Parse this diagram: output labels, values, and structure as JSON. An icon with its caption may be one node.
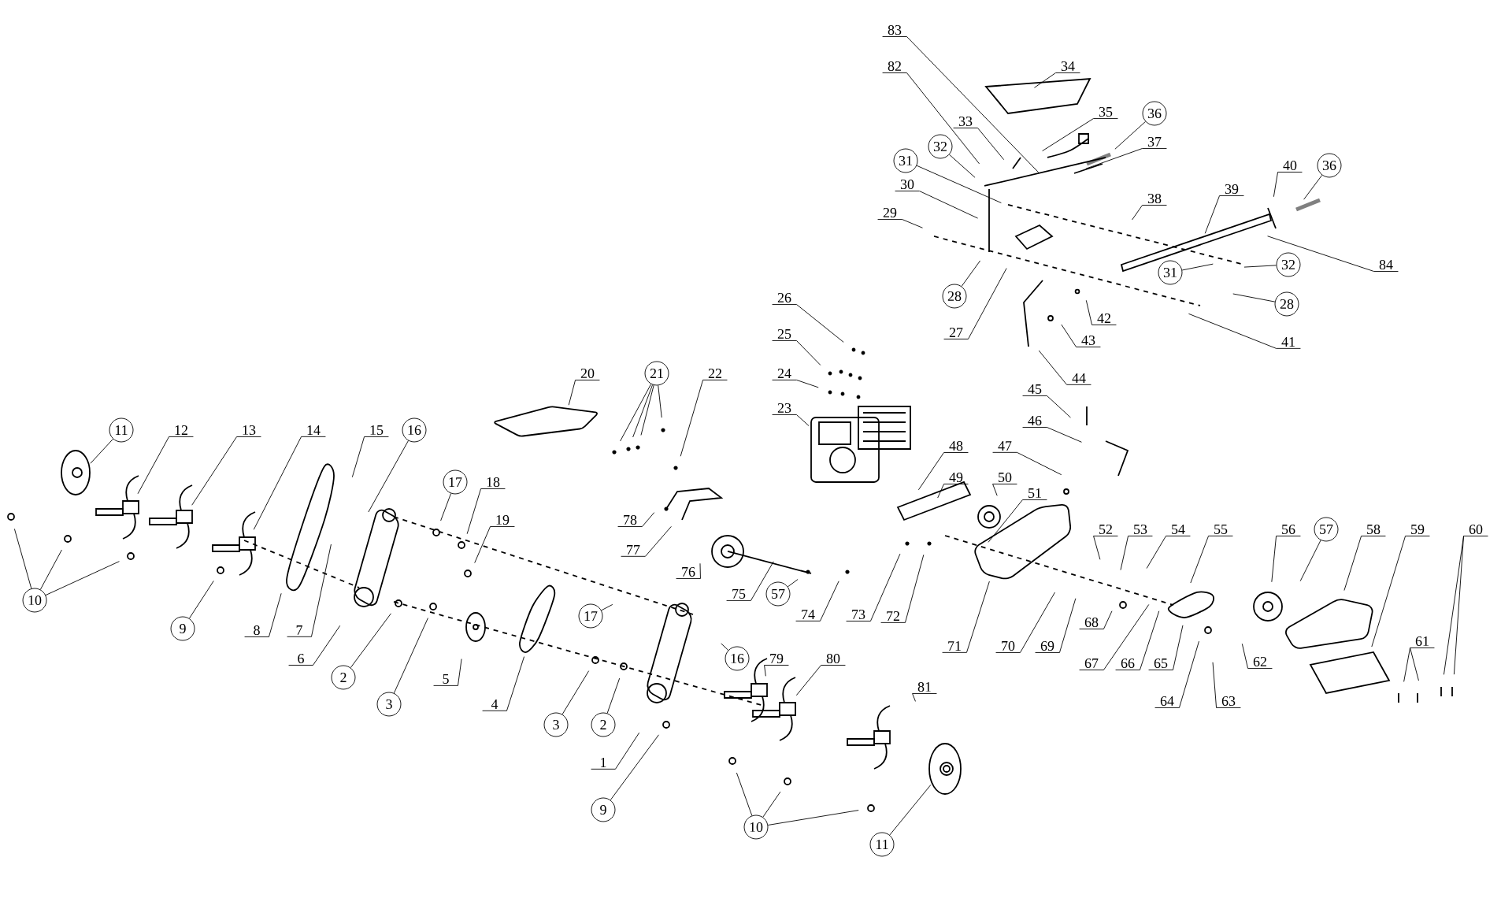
{
  "diagram": {
    "nodes": [
      {
        "text": [
          "11"
        ]
      },
      {
        "text": [
          "12"
        ]
      },
      {
        "text": [
          "13"
        ]
      },
      {
        "text": [
          "14"
        ]
      },
      {
        "text": [
          "15"
        ]
      },
      {
        "text": [
          "16"
        ]
      },
      {
        "text": [
          "17"
        ]
      },
      {
        "text": [
          "18"
        ]
      },
      {
        "text": [
          "19"
        ]
      },
      {
        "text": [
          "20"
        ]
      },
      {
        "text": [
          "21"
        ]
      },
      {
        "text": [
          "22"
        ]
      },
      {
        "text": [
          "26"
        ]
      },
      {
        "text": [
          "25"
        ]
      },
      {
        "text": [
          "24"
        ]
      },
      {
        "text": [
          "23"
        ]
      },
      {
        "text": [
          "83"
        ]
      },
      {
        "text": [
          "82"
        ]
      },
      {
        "text": [
          "34"
        ]
      },
      {
        "text": [
          "35"
        ]
      },
      {
        "text": [
          "33"
        ]
      },
      {
        "text": [
          "36"
        ]
      },
      {
        "text": [
          "37"
        ]
      },
      {
        "text": [
          "32"
        ]
      },
      {
        "text": [
          "31"
        ]
      },
      {
        "text": [
          "30"
        ]
      },
      {
        "text": [
          "29"
        ]
      },
      {
        "text": [
          "38"
        ]
      },
      {
        "text": [
          "39"
        ]
      },
      {
        "text": [
          "40"
        ]
      },
      {
        "text": [
          "36"
        ]
      },
      {
        "text": [
          "84"
        ]
      },
      {
        "text": [
          "32"
        ]
      },
      {
        "text": [
          "31"
        ]
      },
      {
        "text": [
          "28"
        ]
      },
      {
        "text": [
          "28"
        ]
      },
      {
        "text": [
          "42"
        ]
      },
      {
        "text": [
          "27"
        ]
      },
      {
        "text": [
          "43"
        ]
      },
      {
        "text": [
          "41"
        ]
      },
      {
        "text": [
          "44"
        ]
      },
      {
        "text": [
          "45"
        ]
      },
      {
        "text": [
          "46"
        ]
      },
      {
        "text": [
          "47"
        ]
      },
      {
        "text": [
          "48"
        ]
      },
      {
        "text": [
          "49"
        ]
      },
      {
        "text": [
          "50"
        ]
      },
      {
        "text": [
          "51"
        ]
      },
      {
        "text": [
          "78"
        ]
      },
      {
        "text": [
          "77"
        ]
      },
      {
        "text": [
          "52"
        ]
      },
      {
        "text": [
          "53"
        ]
      },
      {
        "text": [
          "54"
        ]
      },
      {
        "text": [
          "55"
        ]
      },
      {
        "text": [
          "56"
        ]
      },
      {
        "text": [
          "57"
        ]
      },
      {
        "text": [
          "58"
        ]
      },
      {
        "text": [
          "59"
        ]
      },
      {
        "text": [
          "60"
        ]
      },
      {
        "text": [
          "10"
        ]
      },
      {
        "text": [
          "76"
        ]
      },
      {
        "text": [
          "75"
        ]
      },
      {
        "text": [
          "57"
        ]
      },
      {
        "text": [
          "74"
        ]
      },
      {
        "text": [
          "73"
        ]
      },
      {
        "text": [
          "72"
        ]
      },
      {
        "text": [
          "68"
        ]
      },
      {
        "text": [
          "9"
        ]
      },
      {
        "text": [
          "8"
        ]
      },
      {
        "text": [
          "7"
        ]
      },
      {
        "text": [
          "61"
        ]
      },
      {
        "text": [
          "71"
        ]
      },
      {
        "text": [
          "70"
        ]
      },
      {
        "text": [
          "69"
        ]
      },
      {
        "text": [
          "6"
        ]
      },
      {
        "text": [
          "16"
        ]
      },
      {
        "text": [
          "79"
        ]
      },
      {
        "text": [
          "80"
        ]
      },
      {
        "text": [
          "62"
        ]
      },
      {
        "text": [
          "67"
        ]
      },
      {
        "text": [
          "66"
        ]
      },
      {
        "text": [
          "65"
        ]
      },
      {
        "text": [
          "2"
        ]
      },
      {
        "text": [
          "5"
        ]
      },
      {
        "text": [
          "81"
        ]
      },
      {
        "text": [
          "64"
        ]
      },
      {
        "text": [
          "63"
        ]
      },
      {
        "text": [
          "3"
        ]
      },
      {
        "text": [
          "4"
        ]
      },
      {
        "text": [
          "17"
        ]
      },
      {
        "text": [
          "3"
        ]
      },
      {
        "text": [
          "2"
        ]
      },
      {
        "text": [
          "1"
        ]
      },
      {
        "text": [
          "9"
        ]
      },
      {
        "text": [
          "10"
        ]
      },
      {
        "text": [
          "11"
        ]
      }
    ],
    "edges": [
      {
        "from": 0,
        "to": null,
        "arrow": "none"
      },
      {
        "from": 1,
        "to": null,
        "arrow": "none"
      },
      {
        "from": 2,
        "to": null,
        "arrow": "none"
      },
      {
        "from": 3,
        "to": null,
        "arrow": "none"
      },
      {
        "from": 4,
        "to": null,
        "arrow": "none"
      },
      {
        "from": 5,
        "to": null,
        "arrow": "none"
      },
      {
        "from": 6,
        "to": null,
        "arrow": "none"
      },
      {
        "from": 7,
        "to": null,
        "arrow": "none"
      },
      {
        "from": 8,
        "to": null,
        "arrow": "none"
      },
      {
        "from": 9,
        "to": null,
        "arrow": "none"
      },
      {
        "from": 10,
        "to": null,
        "arrow": "none"
      },
      {
        "from": 10,
        "to": null,
        "arrow": "none"
      },
      {
        "from": 10,
        "to": null,
        "arrow": "none"
      },
      {
        "from": 10,
        "to": null,
        "arrow": "none"
      },
      {
        "from": 11,
        "to": null,
        "arrow": "none"
      },
      {
        "from": 12,
        "to": null,
        "arrow": "none"
      },
      {
        "from": 13,
        "to": null,
        "arrow": "none"
      },
      {
        "from": 14,
        "to": null,
        "arrow": "none"
      },
      {
        "from": 15,
        "to": null,
        "arrow": "none"
      },
      {
        "from": 16,
        "to": null,
        "arrow": "none"
      },
      {
        "from": 17,
        "to": null,
        "arrow": "none"
      },
      {
        "from": 18,
        "to": null,
        "arrow": "none"
      },
      {
        "from": 19,
        "to": null,
        "arrow": "none"
      },
      {
        "from": 20,
        "to": null,
        "arrow": "none"
      },
      {
        "from": 21,
        "to": null,
        "arrow": "none"
      },
      {
        "from": 22,
        "to": null,
        "arrow": "none"
      },
      {
        "from": 23,
        "to": null,
        "arrow": "none"
      },
      {
        "from": 24,
        "to": null,
        "arrow": "none"
      },
      {
        "from": 25,
        "to": null,
        "arrow": "none"
      },
      {
        "from": 26,
        "to": null,
        "arrow": "none"
      },
      {
        "from": 27,
        "to": null,
        "arrow": "none"
      },
      {
        "from": 28,
        "to": null,
        "arrow": "none"
      },
      {
        "from": 29,
        "to": null,
        "arrow": "none"
      },
      {
        "from": 30,
        "to": null,
        "arrow": "none"
      },
      {
        "from": 31,
        "to": null,
        "arrow": "none"
      },
      {
        "from": 32,
        "to": null,
        "arrow": "none"
      },
      {
        "from": 33,
        "to": null,
        "arrow": "none"
      },
      {
        "from": 34,
        "to": null,
        "arrow": "none"
      },
      {
        "from": 35,
        "to": null,
        "arrow": "none"
      },
      {
        "from": 36,
        "to": null,
        "arrow": "none"
      },
      {
        "from": 37,
        "to": null,
        "arrow": "none"
      },
      {
        "from": 38,
        "to": null,
        "arrow": "none"
      },
      {
        "from": 39,
        "to": null,
        "arrow": "none"
      },
      {
        "from": 40,
        "to": null,
        "arrow": "none"
      },
      {
        "from": 41,
        "to": null,
        "arrow": "none"
      },
      {
        "from": 42,
        "to": null,
        "arrow": "none"
      },
      {
        "from": 43,
        "to": null,
        "arrow": "none"
      },
      {
        "from": 44,
        "to": null,
        "arrow": "none"
      },
      {
        "from": 45,
        "to": null,
        "arrow": "none"
      },
      {
        "from": 46,
        "to": null,
        "arrow": "none"
      },
      {
        "from": 47,
        "to": null,
        "arrow": "none"
      },
      {
        "from": 48,
        "to": null,
        "arrow": "none"
      },
      {
        "from": 49,
        "to": null,
        "arrow": "none"
      },
      {
        "from": 50,
        "to": null,
        "arrow": "none"
      },
      {
        "from": 51,
        "to": null,
        "arrow": "none"
      },
      {
        "from": 52,
        "to": null,
        "arrow": "none"
      },
      {
        "from": 53,
        "to": null,
        "arrow": "none"
      },
      {
        "from": 54,
        "to": null,
        "arrow": "none"
      },
      {
        "from": 55,
        "to": null,
        "arrow": "none"
      },
      {
        "from": 56,
        "to": null,
        "arrow": "none"
      },
      {
        "from": 57,
        "to": null,
        "arrow": "none"
      },
      {
        "from": 58,
        "to": null,
        "arrow": "none"
      },
      {
        "from": 58,
        "to": null,
        "arrow": "none"
      },
      {
        "from": 59,
        "to": null,
        "arrow": "none"
      },
      {
        "from": 59,
        "to": null,
        "arrow": "none"
      },
      {
        "from": 59,
        "to": null,
        "arrow": "none"
      },
      {
        "from": 60,
        "to": null,
        "arrow": "none"
      },
      {
        "from": 61,
        "to": null,
        "arrow": "none"
      },
      {
        "from": 62,
        "to": null,
        "arrow": "none"
      },
      {
        "from": 63,
        "to": null,
        "arrow": "none"
      },
      {
        "from": 64,
        "to": null,
        "arrow": "none"
      },
      {
        "from": 65,
        "to": null,
        "arrow": "none"
      },
      {
        "from": 66,
        "to": null,
        "arrow": "none"
      },
      {
        "from": 67,
        "to": null,
        "arrow": "none"
      },
      {
        "from": 68,
        "to": null,
        "arrow": "none"
      },
      {
        "from": 69,
        "to": null,
        "arrow": "none"
      },
      {
        "from": 70,
        "to": null,
        "arrow": "none"
      },
      {
        "from": 70,
        "to": null,
        "arrow": "none"
      },
      {
        "from": 71,
        "to": null,
        "arrow": "none"
      },
      {
        "from": 72,
        "to": null,
        "arrow": "none"
      },
      {
        "from": 73,
        "to": null,
        "arrow": "none"
      },
      {
        "from": 74,
        "to": null,
        "arrow": "none"
      },
      {
        "from": 75,
        "to": null,
        "arrow": "none"
      },
      {
        "from": 76,
        "to": null,
        "arrow": "none"
      },
      {
        "from": 77,
        "to": null,
        "arrow": "none"
      },
      {
        "from": 78,
        "to": null,
        "arrow": "none"
      },
      {
        "from": 79,
        "to": null,
        "arrow": "none"
      },
      {
        "from": 80,
        "to": null,
        "arrow": "none"
      },
      {
        "from": 81,
        "to": null,
        "arrow": "none"
      },
      {
        "from": 82,
        "to": null,
        "arrow": "none"
      },
      {
        "from": 83,
        "to": null,
        "arrow": "none"
      },
      {
        "from": 84,
        "to": null,
        "arrow": "none"
      },
      {
        "from": 85,
        "to": null,
        "arrow": "none"
      },
      {
        "from": 86,
        "to": null,
        "arrow": "none"
      },
      {
        "from": 87,
        "to": null,
        "arrow": "none"
      },
      {
        "from": 88,
        "to": null,
        "arrow": "none"
      },
      {
        "from": 89,
        "to": null,
        "arrow": "none"
      },
      {
        "from": 90,
        "to": null,
        "arrow": "none"
      },
      {
        "from": 91,
        "to": null,
        "arrow": "none"
      },
      {
        "from": 92,
        "to": null,
        "arrow": "none"
      },
      {
        "from": 93,
        "to": null,
        "arrow": "none"
      },
      {
        "from": 94,
        "to": null,
        "arrow": "none"
      },
      {
        "from": 94,
        "to": null,
        "arrow": "none"
      },
      {
        "from": 94,
        "to": null,
        "arrow": "none"
      },
      {
        "from": 95,
        "to": null,
        "arrow": "none"
      }
    ]
  }
}
